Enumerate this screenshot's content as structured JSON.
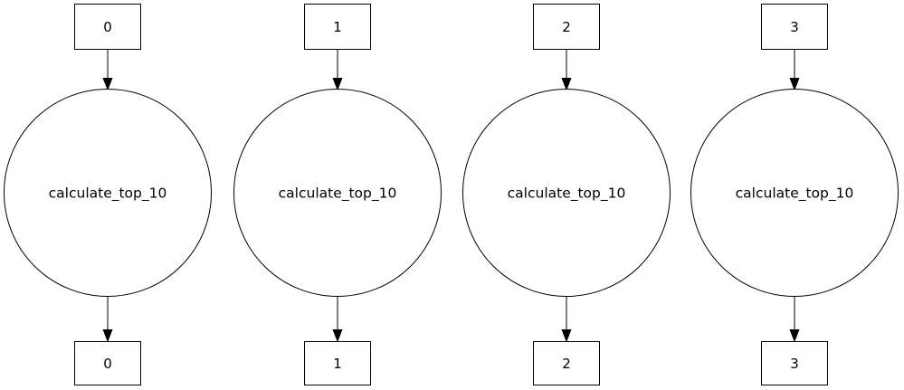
{
  "diagram": {
    "type": "graphviz-flow-graph",
    "background_color": "#ffffff",
    "stroke_color": "#000000",
    "text_color": "#000000",
    "orientation": "top-to-bottom",
    "columns": [
      {
        "index": 0,
        "input_node": {
          "label": "0",
          "shape": "box"
        },
        "process_node": {
          "label": "calculate_top_10",
          "shape": "circle"
        },
        "output_node": {
          "label": "0",
          "shape": "box"
        },
        "edge_in": {
          "from": "0",
          "to": "calculate_top_10",
          "arrow": "arrowhead-down-icon"
        },
        "edge_out": {
          "from": "calculate_top_10",
          "to": "0",
          "arrow": "arrowhead-down-icon"
        }
      },
      {
        "index": 1,
        "input_node": {
          "label": "1",
          "shape": "box"
        },
        "process_node": {
          "label": "calculate_top_10",
          "shape": "circle"
        },
        "output_node": {
          "label": "1",
          "shape": "box"
        },
        "edge_in": {
          "from": "1",
          "to": "calculate_top_10",
          "arrow": "arrowhead-down-icon"
        },
        "edge_out": {
          "from": "calculate_top_10",
          "to": "1",
          "arrow": "arrowhead-down-icon"
        }
      },
      {
        "index": 2,
        "input_node": {
          "label": "2",
          "shape": "box"
        },
        "process_node": {
          "label": "calculate_top_10",
          "shape": "circle"
        },
        "output_node": {
          "label": "2",
          "shape": "box"
        },
        "edge_in": {
          "from": "2",
          "to": "calculate_top_10",
          "arrow": "arrowhead-down-icon"
        },
        "edge_out": {
          "from": "calculate_top_10",
          "to": "2",
          "arrow": "arrowhead-down-icon"
        }
      },
      {
        "index": 3,
        "input_node": {
          "label": "3",
          "shape": "box"
        },
        "process_node": {
          "label": "calculate_top_10",
          "shape": "circle"
        },
        "output_node": {
          "label": "3",
          "shape": "box"
        },
        "edge_in": {
          "from": "3",
          "to": "calculate_top_10",
          "arrow": "arrowhead-down-icon"
        },
        "edge_out": {
          "from": "calculate_top_10",
          "to": "3",
          "arrow": "arrowhead-down-icon"
        }
      }
    ]
  }
}
